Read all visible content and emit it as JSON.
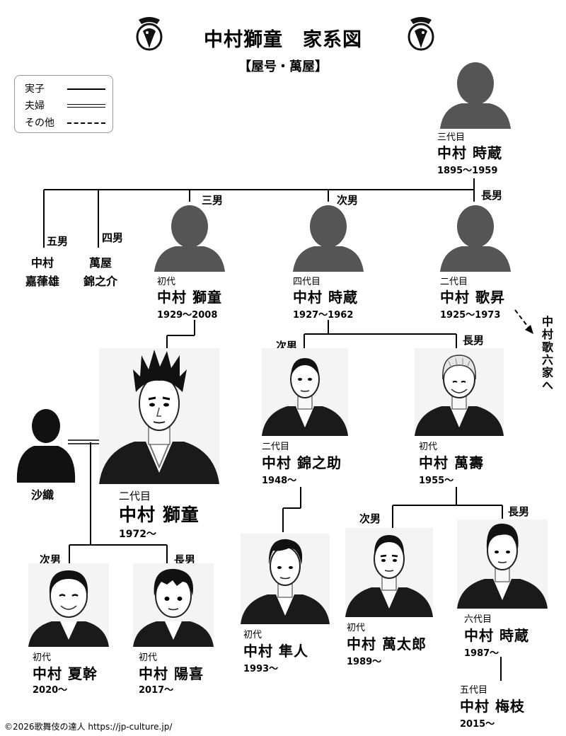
{
  "header": {
    "title": "中村獅童　家系図",
    "subtitle": "【屋号・萬屋】",
    "crest_icon": "family-crest-icon"
  },
  "legend": {
    "items": [
      {
        "label": "実子",
        "style": "solid"
      },
      {
        "label": "夫婦",
        "style": "double"
      },
      {
        "label": "その他",
        "style": "dashed"
      }
    ]
  },
  "people": {
    "tokizo3": {
      "generation": "三代目",
      "name": "中村 時蔵",
      "years": "1895〜1959"
    },
    "kaichio": {
      "family": "中村",
      "given": "嘉葎雄",
      "relation": "五男"
    },
    "kinnosuke_yorozuya": {
      "family": "萬屋",
      "given": "錦之介",
      "relation": "四男"
    },
    "shido1": {
      "generation": "初代",
      "name": "中村 獅童",
      "years": "1929〜2008",
      "relation": "三男"
    },
    "tokizo4": {
      "generation": "四代目",
      "name": "中村 時蔵",
      "years": "1927〜1962",
      "relation": "次男"
    },
    "kasho2": {
      "generation": "二代目",
      "name": "中村 歌昇",
      "years": "1925〜1973",
      "relation": "長男",
      "note": "中村歌六家へ"
    },
    "shido2": {
      "generation": "二代目",
      "name": "中村 獅童",
      "years": "1972〜"
    },
    "saori": {
      "name": "沙織"
    },
    "kinnosuke2": {
      "generation": "二代目",
      "name": "中村 錦之助",
      "years": "1948〜",
      "relation": "次男"
    },
    "manju1": {
      "generation": "初代",
      "name": "中村 萬壽",
      "years": "1955〜",
      "relation": "長男"
    },
    "hayato": {
      "generation": "初代",
      "name": "中村 隼人",
      "years": "1993〜"
    },
    "mantaro": {
      "generation": "初代",
      "name": "中村 萬太郎",
      "years": "1989〜",
      "relation": "次男"
    },
    "tokizo6": {
      "generation": "六代目",
      "name": "中村 時蔵",
      "years": "1987〜",
      "relation": "長男"
    },
    "baishi5": {
      "generation": "五代目",
      "name": "中村 梅枝",
      "years": "2015〜"
    },
    "natsuki": {
      "generation": "初代",
      "name": "中村 夏幹",
      "years": "2020〜",
      "relation": "次男"
    },
    "yoshiki": {
      "generation": "初代",
      "name": "中村 陽喜",
      "years": "2017〜",
      "relation": "長男"
    }
  },
  "colors": {
    "silhouette": "#555555",
    "line": "#000000",
    "kimono": "#1a1a1a"
  },
  "footer": {
    "copyright": "©2026歌舞伎の達人 https://jp-culture.jp/"
  }
}
